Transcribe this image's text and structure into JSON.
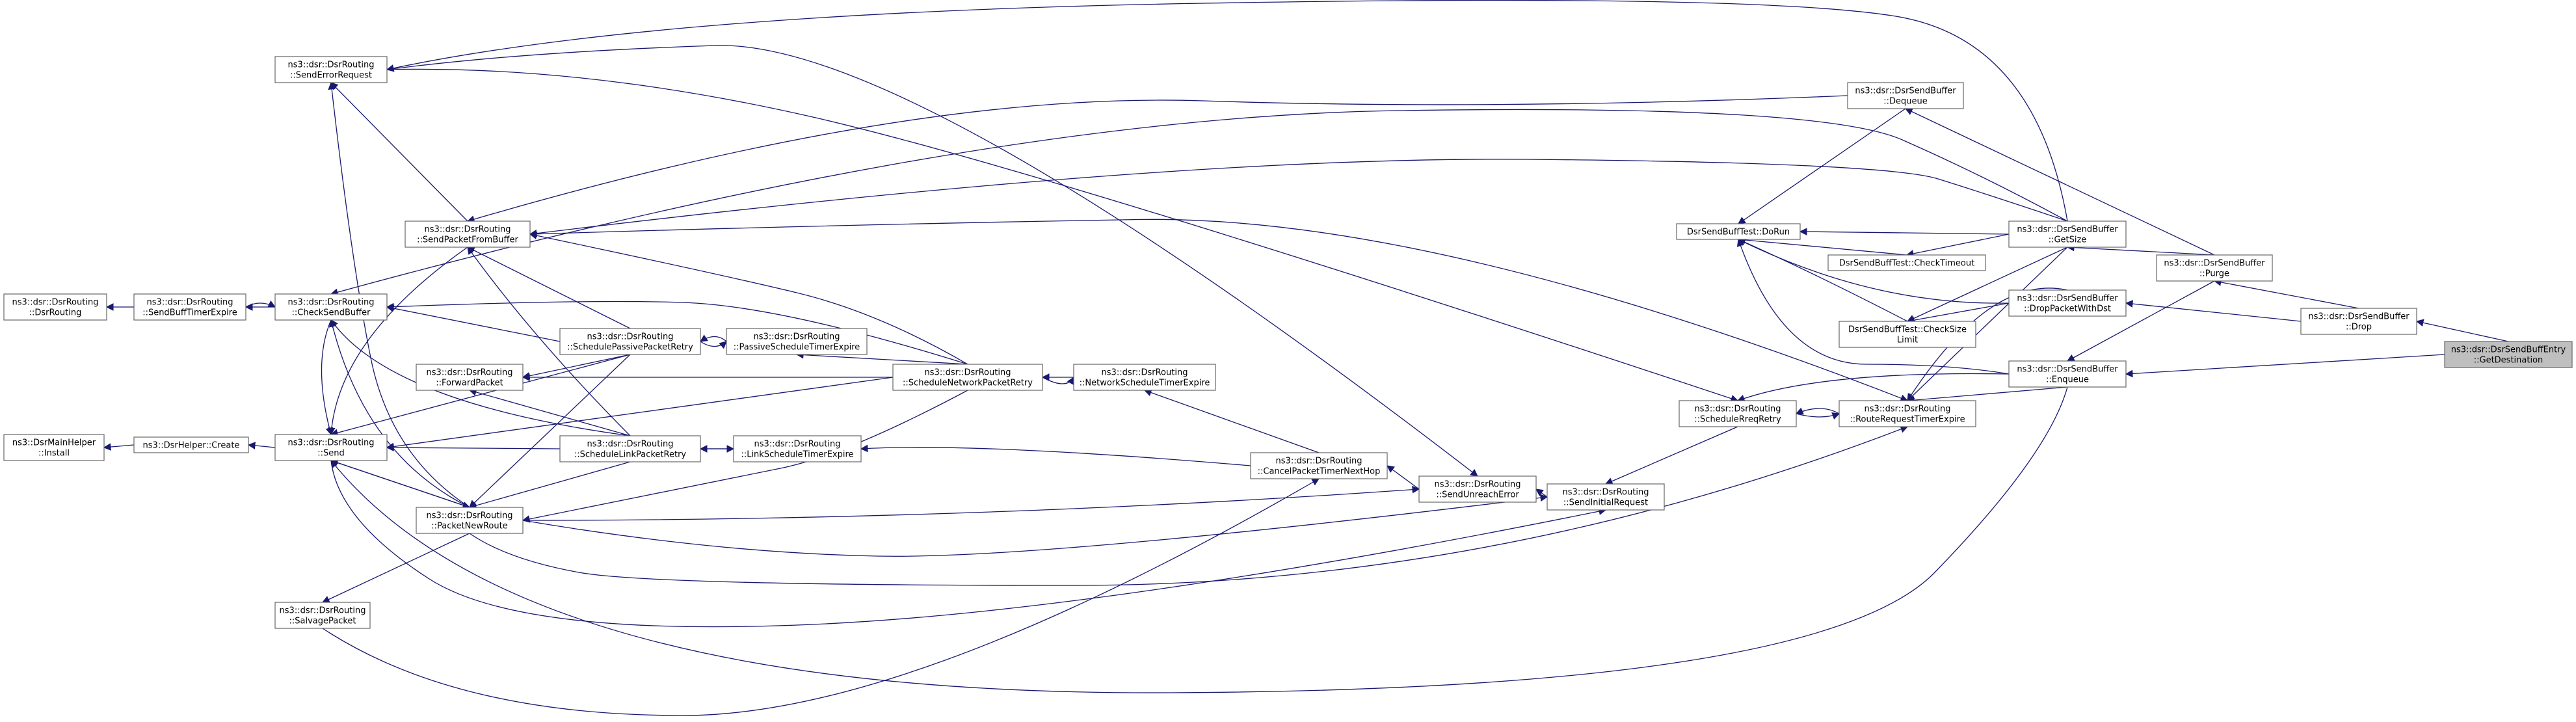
{
  "graph": {
    "title": "",
    "colors": {
      "edge": "#191970",
      "node_border": "#666666",
      "node_fill": "#ffffff",
      "root_fill": "#bfbfbf"
    },
    "nodes": [
      {
        "id": "getdest",
        "lines": [
          "ns3::dsr::DsrSendBuffEntry",
          "::GetDestination"
        ],
        "root": true
      },
      {
        "id": "drop",
        "lines": [
          "ns3::dsr::DsrSendBuffer",
          "::Drop"
        ]
      },
      {
        "id": "purge",
        "lines": [
          "ns3::dsr::DsrSendBuffer",
          "::Purge"
        ]
      },
      {
        "id": "dropdst",
        "lines": [
          "ns3::dsr::DsrSendBuffer",
          "::DropPacketWithDst"
        ]
      },
      {
        "id": "enqueue",
        "lines": [
          "ns3::dsr::DsrSendBuffer",
          "::Enqueue"
        ]
      },
      {
        "id": "getsize",
        "lines": [
          "ns3::dsr::DsrSendBuffer",
          "::GetSize"
        ]
      },
      {
        "id": "dequeue",
        "lines": [
          "ns3::dsr::DsrSendBuffer",
          "::Dequeue"
        ]
      },
      {
        "id": "checktimeout",
        "lines": [
          "DsrSendBuffTest::CheckTimeout"
        ]
      },
      {
        "id": "checksize",
        "lines": [
          "DsrSendBuffTest::CheckSize",
          "Limit"
        ]
      },
      {
        "id": "dorun",
        "lines": [
          "DsrSendBuffTest::DoRun"
        ]
      },
      {
        "id": "routereq",
        "lines": [
          "ns3::dsr::DsrRouting",
          "::RouteRequestTimerExpire"
        ]
      },
      {
        "id": "schedrreq",
        "lines": [
          "ns3::dsr::DsrRouting",
          "::ScheduleRreqRetry"
        ]
      },
      {
        "id": "sendinitial",
        "lines": [
          "ns3::dsr::DsrRouting",
          "::SendInitialRequest"
        ]
      },
      {
        "id": "sendunreach",
        "lines": [
          "ns3::dsr::DsrRouting",
          "::SendUnreachError"
        ]
      },
      {
        "id": "cancelpkt",
        "lines": [
          "ns3::dsr::DsrRouting",
          "::CancelPacketTimerNextHop"
        ]
      },
      {
        "id": "netsched",
        "lines": [
          "ns3::dsr::DsrRouting",
          "::NetworkScheduleTimerExpire"
        ]
      },
      {
        "id": "schednet",
        "lines": [
          "ns3::dsr::DsrRouting",
          "::ScheduleNetworkPacketRetry"
        ]
      },
      {
        "id": "passsched",
        "lines": [
          "ns3::dsr::DsrRouting",
          "::PassiveScheduleTimerExpire"
        ]
      },
      {
        "id": "linksched",
        "lines": [
          "ns3::dsr::DsrRouting",
          "::LinkScheduleTimerExpire"
        ]
      },
      {
        "id": "schedpass",
        "lines": [
          "ns3::dsr::DsrRouting",
          "::SchedulePassivePacketRetry"
        ]
      },
      {
        "id": "schedlink",
        "lines": [
          "ns3::dsr::DsrRouting",
          "::ScheduleLinkPacketRetry"
        ]
      },
      {
        "id": "sendpkt",
        "lines": [
          "ns3::dsr::DsrRouting",
          "::SendPacketFromBuffer"
        ]
      },
      {
        "id": "forward",
        "lines": [
          "ns3::dsr::DsrRouting",
          "::ForwardPacket"
        ]
      },
      {
        "id": "pktnew",
        "lines": [
          "ns3::dsr::DsrRouting",
          "::PacketNewRoute"
        ]
      },
      {
        "id": "senderr",
        "lines": [
          "ns3::dsr::DsrRouting",
          "::SendErrorRequest"
        ]
      },
      {
        "id": "checksend",
        "lines": [
          "ns3::dsr::DsrRouting",
          "::CheckSendBuffer"
        ]
      },
      {
        "id": "send",
        "lines": [
          "ns3::dsr::DsrRouting",
          "::Send"
        ]
      },
      {
        "id": "salvage",
        "lines": [
          "ns3::dsr::DsrRouting",
          "::SalvagePacket"
        ]
      },
      {
        "id": "sendbuff",
        "lines": [
          "ns3::dsr::DsrRouting",
          "::SendBuffTimerExpire"
        ]
      },
      {
        "id": "dsrrouting",
        "lines": [
          "ns3::dsr::DsrRouting",
          "::DsrRouting"
        ]
      },
      {
        "id": "create",
        "lines": [
          "ns3::DsrHelper::Create"
        ]
      },
      {
        "id": "install",
        "lines": [
          "ns3::DsrMainHelper",
          "::Install"
        ]
      }
    ]
  }
}
